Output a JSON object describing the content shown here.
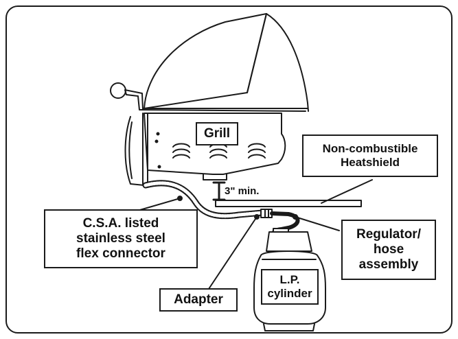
{
  "labels": {
    "grill": "Grill",
    "heatshield": "Non-combustible\nHeatshield",
    "clearance": "3\" min.",
    "flex_connector": "C.S.A. listed\nstainless steel\nflex connector",
    "regulator": "Regulator/\nhose\nassembly",
    "adapter": "Adapter",
    "cylinder": "L.P.\ncylinder"
  },
  "colors": {
    "line": "#1a1a1a",
    "background": "#ffffff"
  }
}
